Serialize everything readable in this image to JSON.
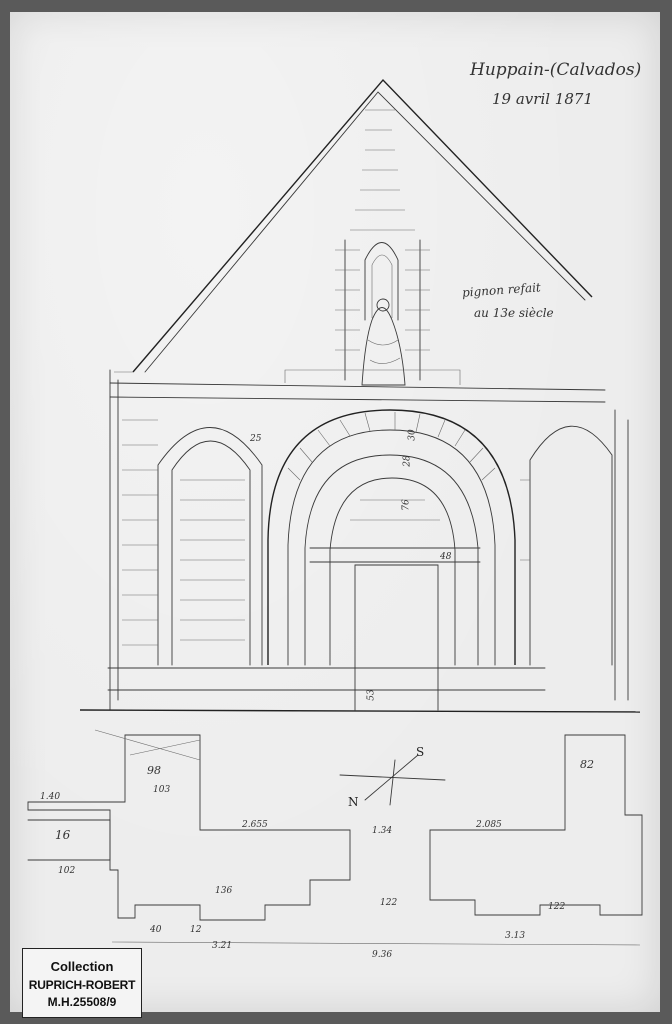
{
  "annotations": {
    "place": "Huppain-(Calvados)",
    "date": "19 avril 1871",
    "pignon_line1": "pignon refait",
    "pignon_line2": "au 13e siècle"
  },
  "compass": {
    "north": "N",
    "south": "S"
  },
  "dimensions": [
    {
      "id": "d-25",
      "text": "25"
    },
    {
      "id": "d-30",
      "text": "30"
    },
    {
      "id": "d-28",
      "text": "28"
    },
    {
      "id": "d-76",
      "text": "76"
    },
    {
      "id": "d-48",
      "text": "48"
    },
    {
      "id": "d-53",
      "text": "53"
    },
    {
      "id": "d-98",
      "text": "98"
    },
    {
      "id": "d-103",
      "text": "103"
    },
    {
      "id": "d-140",
      "text": "1.40"
    },
    {
      "id": "d-16",
      "text": "16"
    },
    {
      "id": "d-102",
      "text": "102"
    },
    {
      "id": "d-2655",
      "text": "2.655"
    },
    {
      "id": "d-134",
      "text": "1.34"
    },
    {
      "id": "d-2085",
      "text": "2.085"
    },
    {
      "id": "d-82",
      "text": "82"
    },
    {
      "id": "d-136",
      "text": "136"
    },
    {
      "id": "d-122a",
      "text": "122"
    },
    {
      "id": "d-122b",
      "text": "122"
    },
    {
      "id": "d-321",
      "text": "3.21"
    },
    {
      "id": "d-313",
      "text": "3.13"
    },
    {
      "id": "d-936",
      "text": "9.36"
    },
    {
      "id": "d-40",
      "text": "40"
    },
    {
      "id": "d-12",
      "text": "12"
    }
  ],
  "stamp": {
    "line1": "Collection",
    "line2": "RUPRICH-ROBERT",
    "line3": "M.H.25508/9"
  },
  "colors": {
    "paper": "#ededed",
    "pencil": "#3a3a3a",
    "border": "#5a5a5a"
  }
}
